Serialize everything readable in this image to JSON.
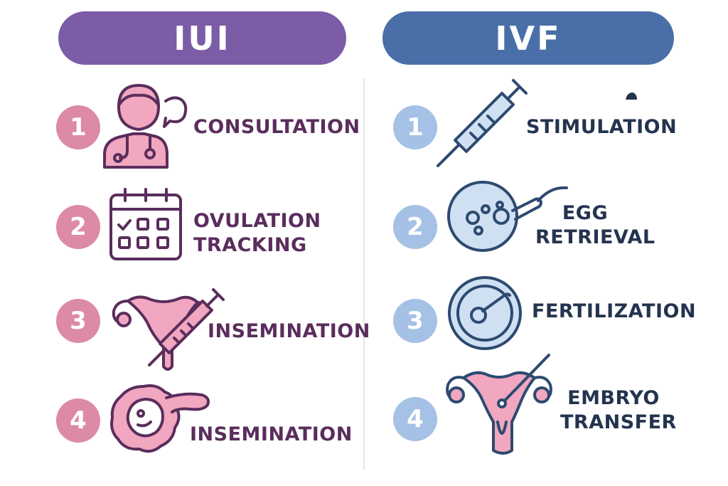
{
  "iui": {
    "title": "IUI",
    "steps": [
      {
        "number": "1",
        "label": "CONSULTATION",
        "icon": "doctor-icon"
      },
      {
        "number": "2",
        "label_line1": "OVULATION",
        "label_line2": "TRACKING",
        "icon": "calendar-icon"
      },
      {
        "number": "3",
        "label": "INSEMINATION",
        "icon": "uterus-syringe-icon"
      },
      {
        "number": "4",
        "label": "INSEMINATION",
        "icon": "cell-icon"
      }
    ]
  },
  "ivf": {
    "title": "IVF",
    "steps": [
      {
        "number": "1",
        "label": "STIMULATION",
        "icon": "syringe-icon"
      },
      {
        "number": "2",
        "label_line1": "EGG",
        "label_line2": "RETRIEVAL",
        "icon": "egg-retrieval-icon"
      },
      {
        "number": "3",
        "label": "FERTILIZATION",
        "icon": "fertilization-icon"
      },
      {
        "number": "4",
        "label_line1": "EMBRYO",
        "label_line2": "TRANSFER",
        "icon": "uterus-transfer-icon"
      }
    ]
  },
  "colors": {
    "iui_header": "#7b5ca6",
    "ivf_header": "#4a6fa8",
    "iui_badge": "#dc8aa6",
    "ivf_badge": "#a5c1e5",
    "iui_text": "#5a2d5c",
    "ivf_text": "#24344f",
    "pink_fill": "#f1a7c0",
    "blue_fill": "#cfe0f3"
  }
}
